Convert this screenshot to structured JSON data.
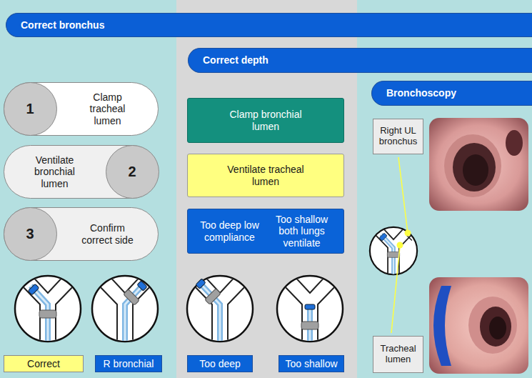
{
  "diagram": {
    "nodes": [
      {
        "text": [
          "Correct bronchus"
        ]
      },
      {
        "text": [
          "Correct depth"
        ]
      },
      {
        "text": [
          "Bronchoscopy"
        ]
      },
      {
        "text": [
          "Clamp tracheal lumen"
        ]
      },
      {
        "text": [
          "1"
        ],
        "in": 3
      },
      {
        "text": [
          "Ventilate bronchial lumen"
        ]
      },
      {
        "text": [
          "2"
        ],
        "in": 5
      },
      {
        "text": [
          "Confirm correct side"
        ]
      },
      {
        "text": [
          "3"
        ],
        "in": 7
      },
      {
        "text": [
          "Correct"
        ]
      },
      {
        "text": [
          "R bronchial"
        ]
      },
      {
        "text": [
          "Clamp bronchial lumen"
        ]
      },
      {
        "text": [
          "Ventilate tracheal lumen"
        ]
      },
      {
        "text": [
          "Too deep low compliance",
          "Too shallow both lungs ventilate"
        ]
      },
      {
        "text": [
          "Too deep"
        ]
      },
      {
        "text": [
          "Too shallow"
        ]
      },
      {
        "text": [
          "Right UL bronchus"
        ]
      },
      {
        "text": [
          "Tracheal lumen"
        ]
      }
    ]
  }
}
